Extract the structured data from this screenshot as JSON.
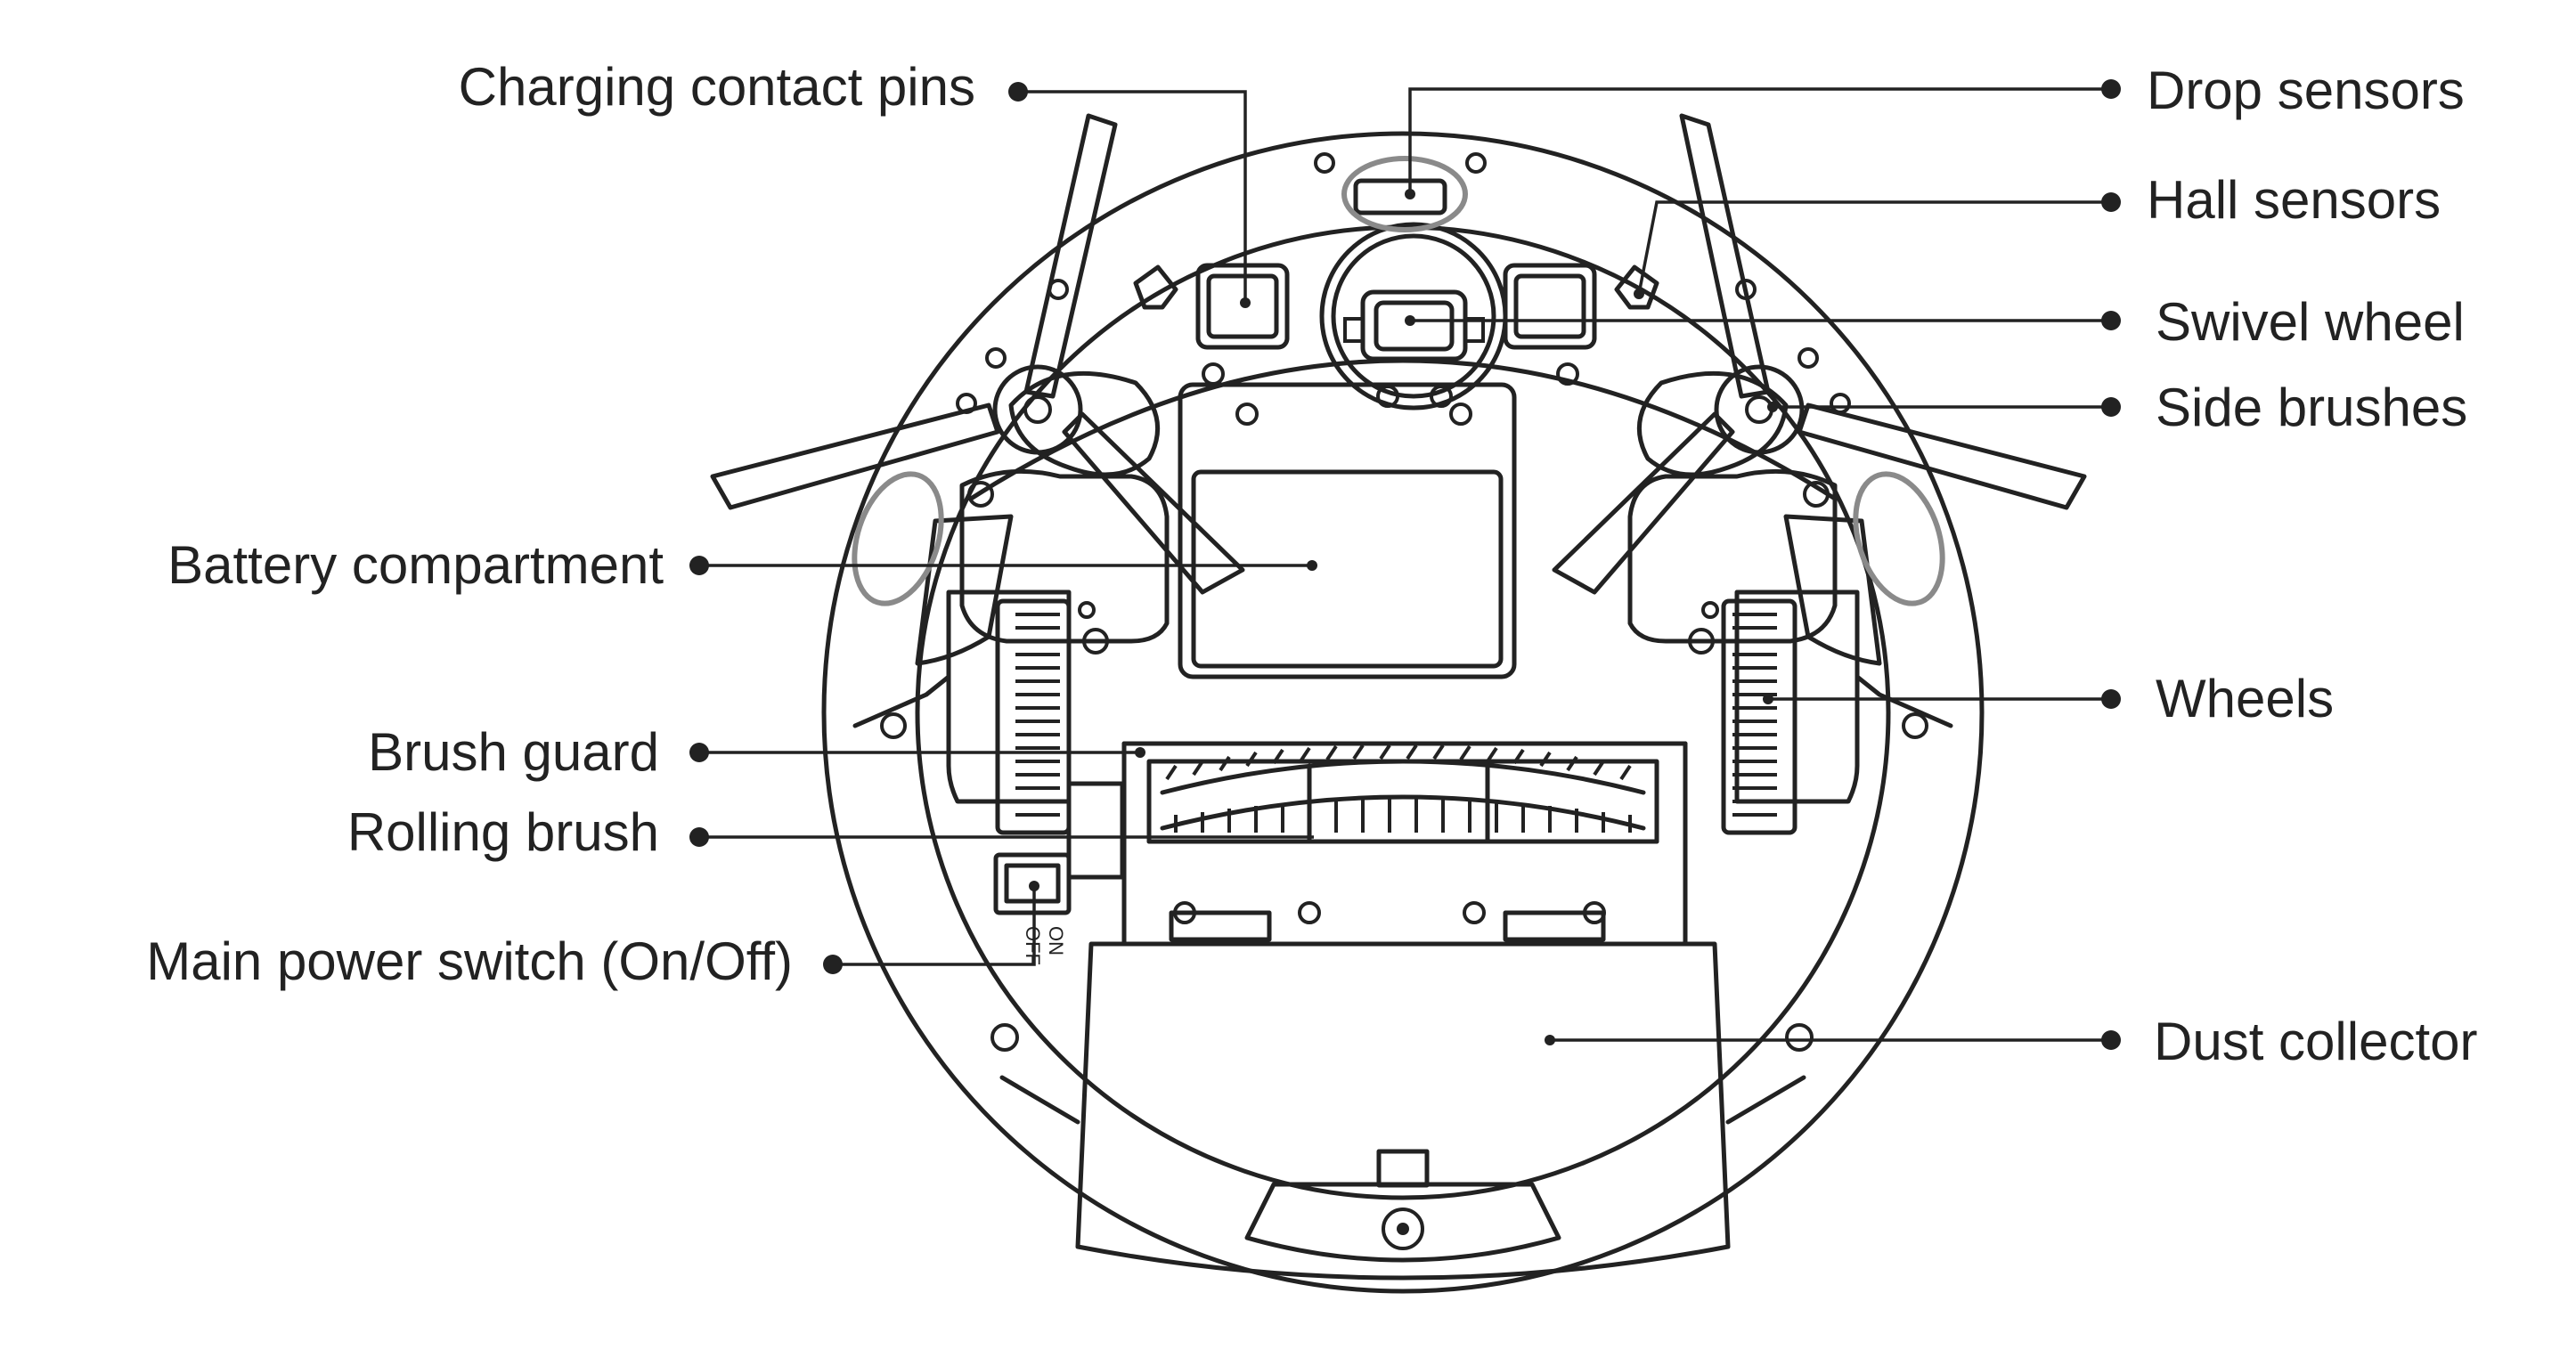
{
  "labels": {
    "charging_contact_pins": "Charging contact pins",
    "battery_compartment": "Battery compartment",
    "brush_guard": "Brush guard",
    "rolling_brush": "Rolling brush",
    "main_power_switch": "Main power switch (On/Off)",
    "drop_sensors": "Drop sensors",
    "hall_sensors": "Hall sensors",
    "swivel_wheel": "Swivel wheel",
    "side_brushes": "Side brushes",
    "wheels": "Wheels",
    "dust_collector": "Dust collector"
  },
  "switch_text": {
    "on": "ON",
    "off": "OFF"
  },
  "colors": {
    "line": "#222222",
    "highlight": "#8a8a8a",
    "background": "#ffffff"
  }
}
